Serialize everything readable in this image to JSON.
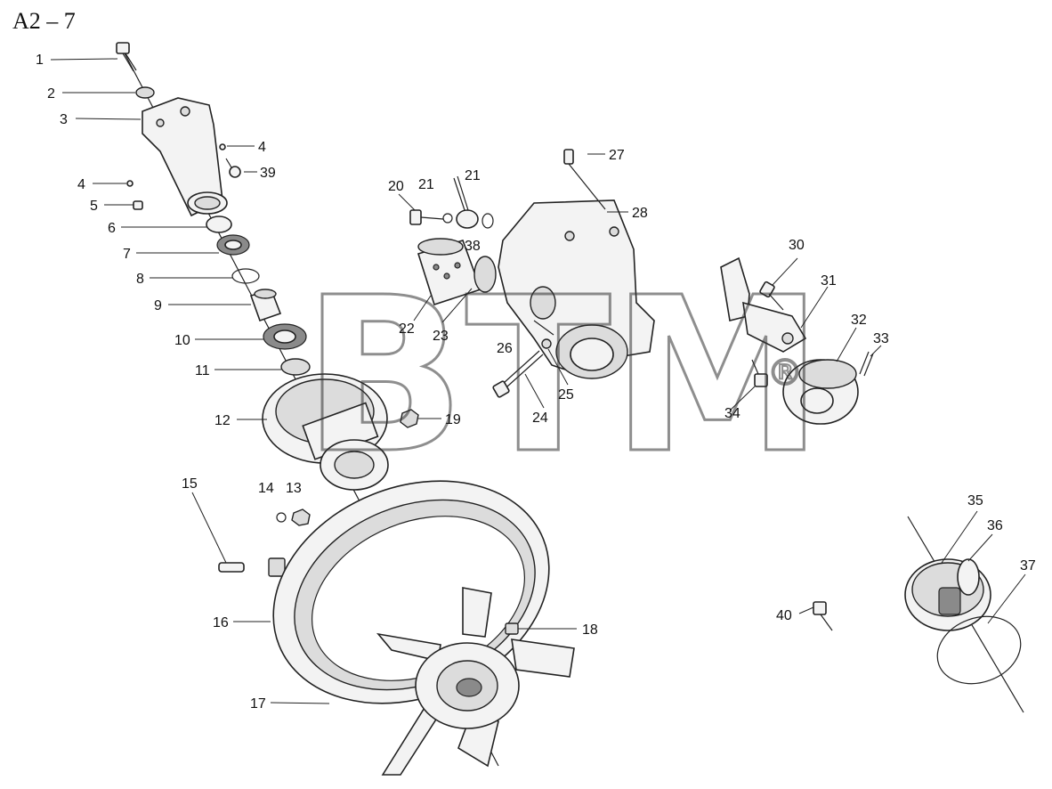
{
  "diagram_title": "A2 – 7",
  "watermark": {
    "text": "BTM",
    "mark": "®"
  },
  "callouts": [
    "1",
    "2",
    "3",
    "4",
    "4",
    "5",
    "6",
    "7",
    "8",
    "9",
    "10",
    "11",
    "12",
    "13",
    "14",
    "15",
    "16",
    "17",
    "18",
    "19",
    "20",
    "21",
    "21",
    "22",
    "23",
    "24",
    "25",
    "26",
    "27",
    "28",
    "30",
    "31",
    "32",
    "33",
    "34",
    "35",
    "36",
    "37",
    "38",
    "39",
    "40"
  ]
}
